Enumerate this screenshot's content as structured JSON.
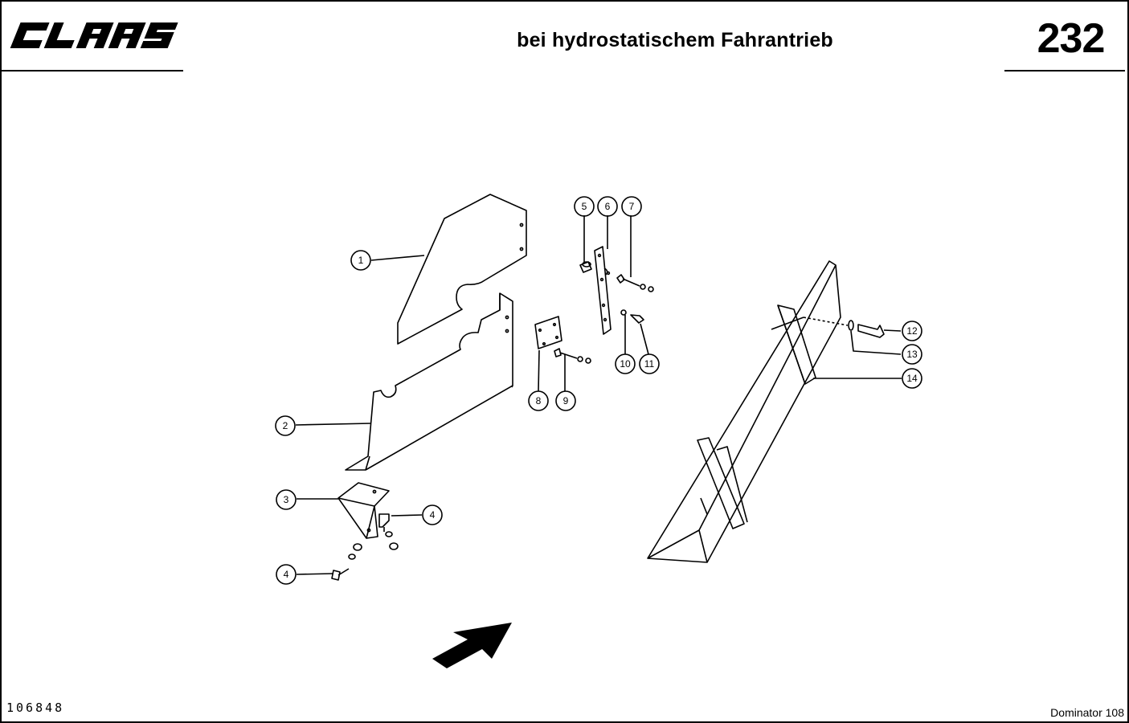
{
  "header": {
    "brand": "CLAAS",
    "title": "bei hydrostatischem Fahrantrieb",
    "page_number": "232"
  },
  "footer": {
    "doc_number": "106848",
    "model": "Dominator 108"
  },
  "callouts": [
    "1",
    "2",
    "3",
    "4",
    "4",
    "5",
    "6",
    "7",
    "8",
    "9",
    "10",
    "11",
    "12",
    "13",
    "14"
  ]
}
